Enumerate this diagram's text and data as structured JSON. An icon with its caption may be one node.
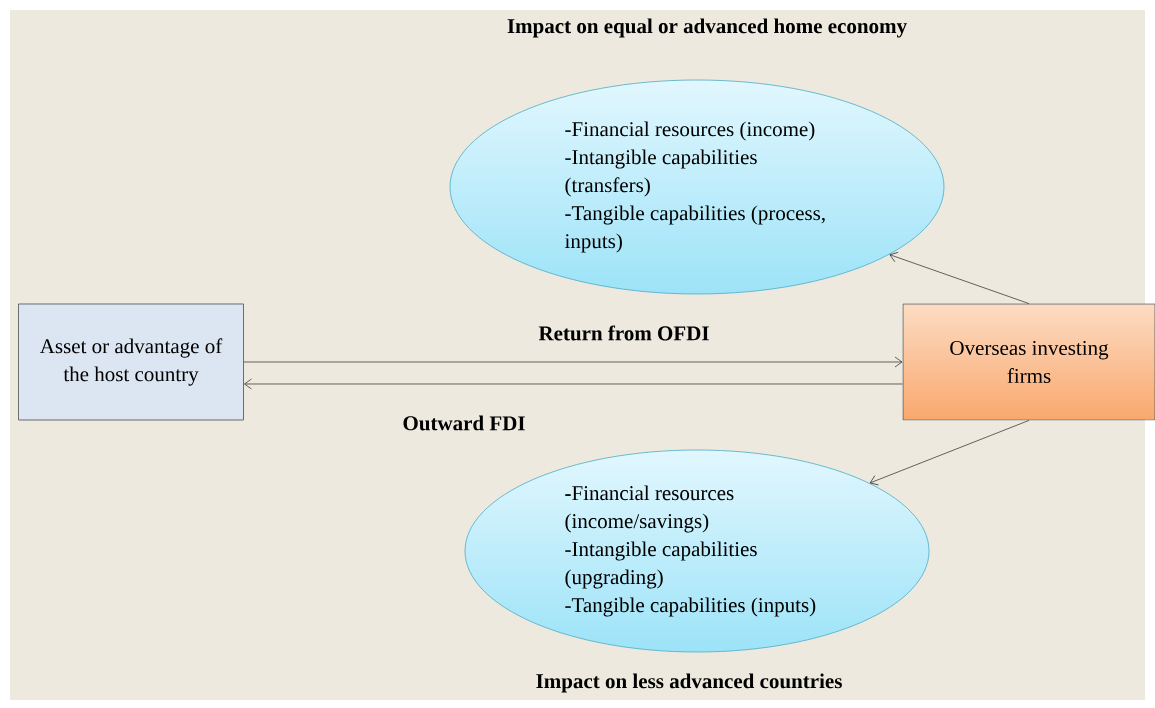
{
  "diagram": {
    "nodes": [
      {
        "text": [
          "-Financial resources (income)",
          "-Intangible capabilities (transfers)",
          "-Tangible capabilities (process, inputs)"
        ],
        "beside": [
          "Impact on equal or advanced home economy"
        ]
      },
      {
        "text": [
          "Asset or advantage of the host country"
        ]
      },
      {
        "text": [
          "Overseas investing firms"
        ]
      },
      {
        "text": [
          "**-**Financial resources (income/savings)",
          "-Intangible capabilities (upgrading)",
          "-Tangible capabilities (inputs)"
        ],
        "beside": [
          "Impact on less advanced countries"
        ]
      }
    ],
    "edges": [
      {
        "from": 1,
        "to": 2,
        "arrow": "to",
        "label": "Return from OFDI"
      },
      {
        "from": 2,
        "to": 1,
        "arrow": "to",
        "label": "Outward FDI"
      },
      {
        "from": 2,
        "to": 0,
        "arrow": "to"
      },
      {
        "from": 2,
        "to": 3,
        "arrow": "to"
      }
    ]
  }
}
